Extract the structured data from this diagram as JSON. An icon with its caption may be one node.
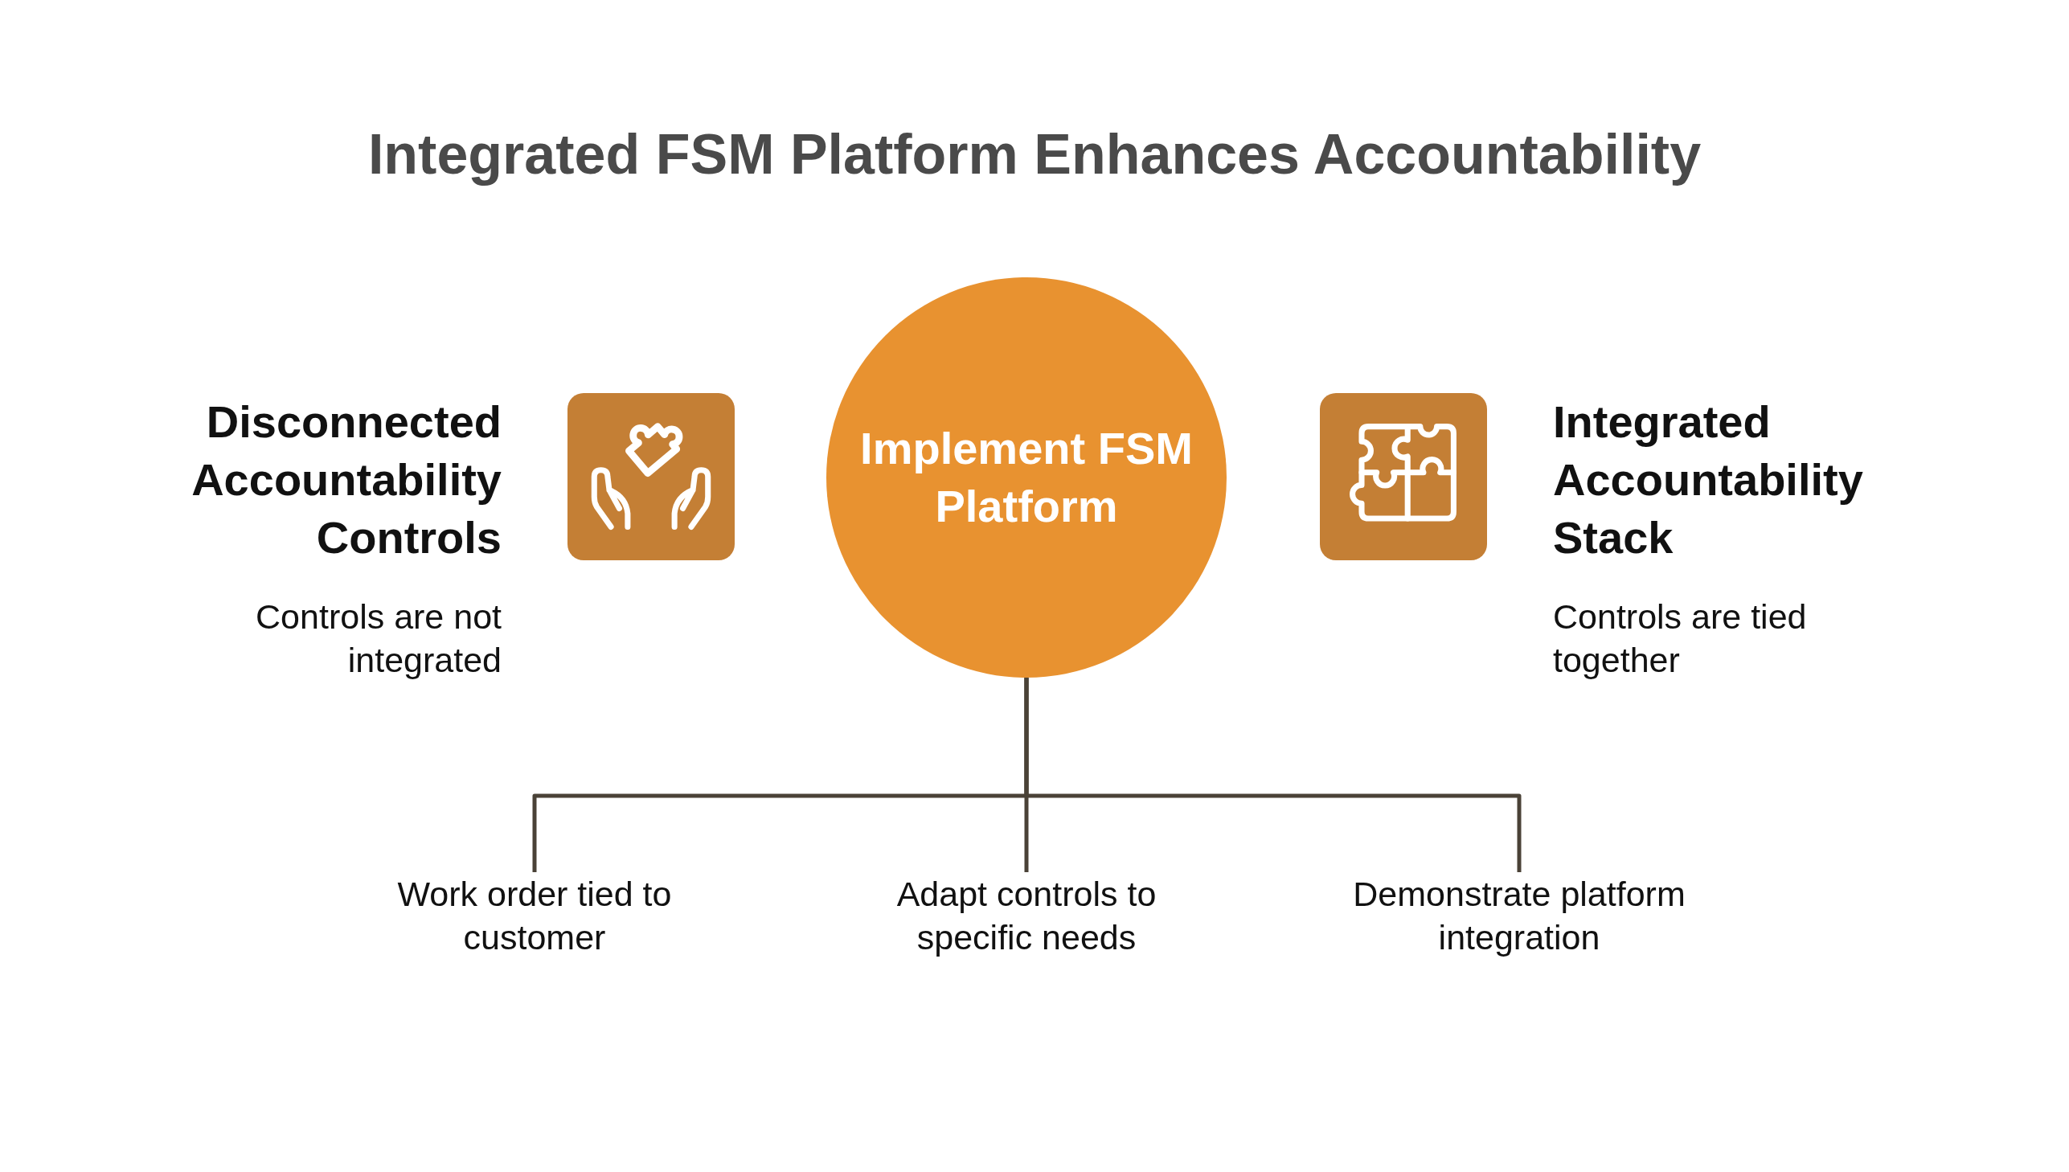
{
  "diagram": {
    "title": "Integrated FSM Platform Enhances Accountability",
    "nodes": [
      {
        "text": [],
        "shape": "picture",
        "beside": [
          "Disconnected Accountability Controls",
          "Controls are not integrated"
        ]
      },
      {
        "text": [
          "Implement FSM Platform"
        ]
      },
      {
        "text": [],
        "shape": "picture",
        "beside": [
          "Integrated Accountability Stack",
          "Controls are tied together"
        ]
      },
      {
        "text": [
          "Work order tied to customer"
        ]
      },
      {
        "text": [
          "Adapt controls to specific needs"
        ]
      },
      {
        "text": [
          "Demonstrate platform integration"
        ]
      }
    ],
    "edges": [
      {
        "from": 1,
        "to": 3,
        "arrow": "none"
      },
      {
        "from": 1,
        "to": 4,
        "arrow": "none"
      },
      {
        "from": 1,
        "to": 5,
        "arrow": "none"
      }
    ]
  }
}
